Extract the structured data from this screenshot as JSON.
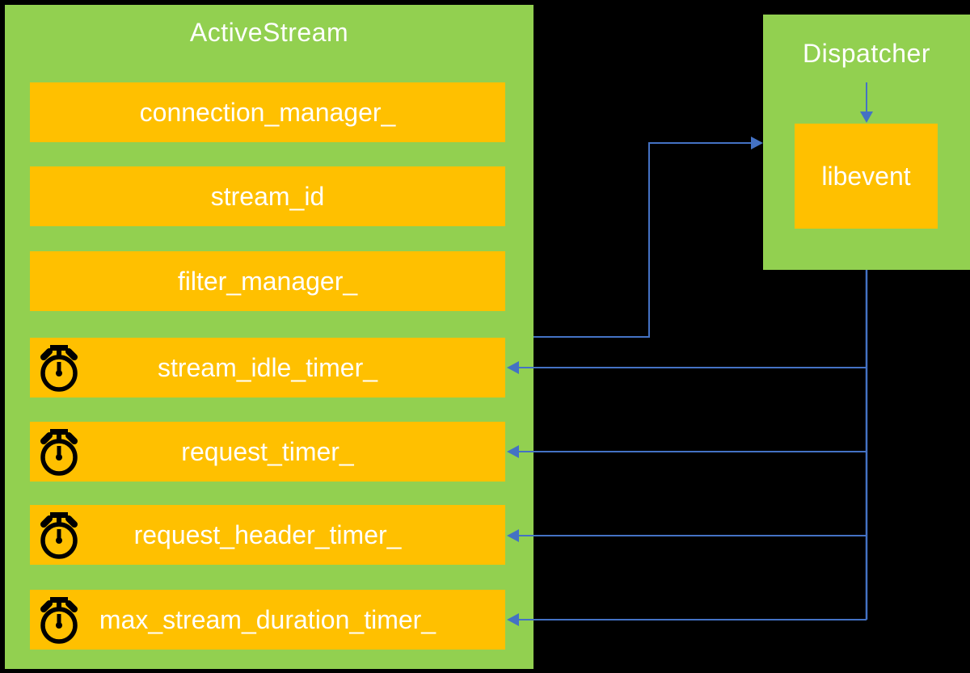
{
  "colors": {
    "background": "#000000",
    "panel_green": "#92D050",
    "box_yellow": "#FFC000",
    "arrow_blue": "#4472C4",
    "text_white": "#FFFFFF",
    "icon_black": "#000000"
  },
  "activestream": {
    "title": "ActiveStream",
    "fields": [
      {
        "label": "connection_manager_",
        "has_timer_icon": false
      },
      {
        "label": "stream_id",
        "has_timer_icon": false
      },
      {
        "label": "filter_manager_",
        "has_timer_icon": false
      },
      {
        "label": "stream_idle_timer_",
        "has_timer_icon": true
      },
      {
        "label": "request_timer_",
        "has_timer_icon": true
      },
      {
        "label": "request_header_timer_",
        "has_timer_icon": true
      },
      {
        "label": "max_stream_duration_timer_",
        "has_timer_icon": true
      }
    ]
  },
  "dispatcher": {
    "title": "Dispatcher",
    "inner_box": {
      "label": "libevent"
    }
  },
  "connectors": [
    {
      "from": "ActiveStream",
      "to": "Dispatcher",
      "direction": "right"
    },
    {
      "from": "Dispatcher",
      "to": "libevent",
      "direction": "down"
    },
    {
      "from": "libevent",
      "to": "stream_idle_timer_",
      "direction": "left"
    },
    {
      "from": "libevent",
      "to": "request_timer_",
      "direction": "left"
    },
    {
      "from": "libevent",
      "to": "request_header_timer_",
      "direction": "left"
    },
    {
      "from": "libevent",
      "to": "max_stream_duration_timer_",
      "direction": "left"
    }
  ]
}
